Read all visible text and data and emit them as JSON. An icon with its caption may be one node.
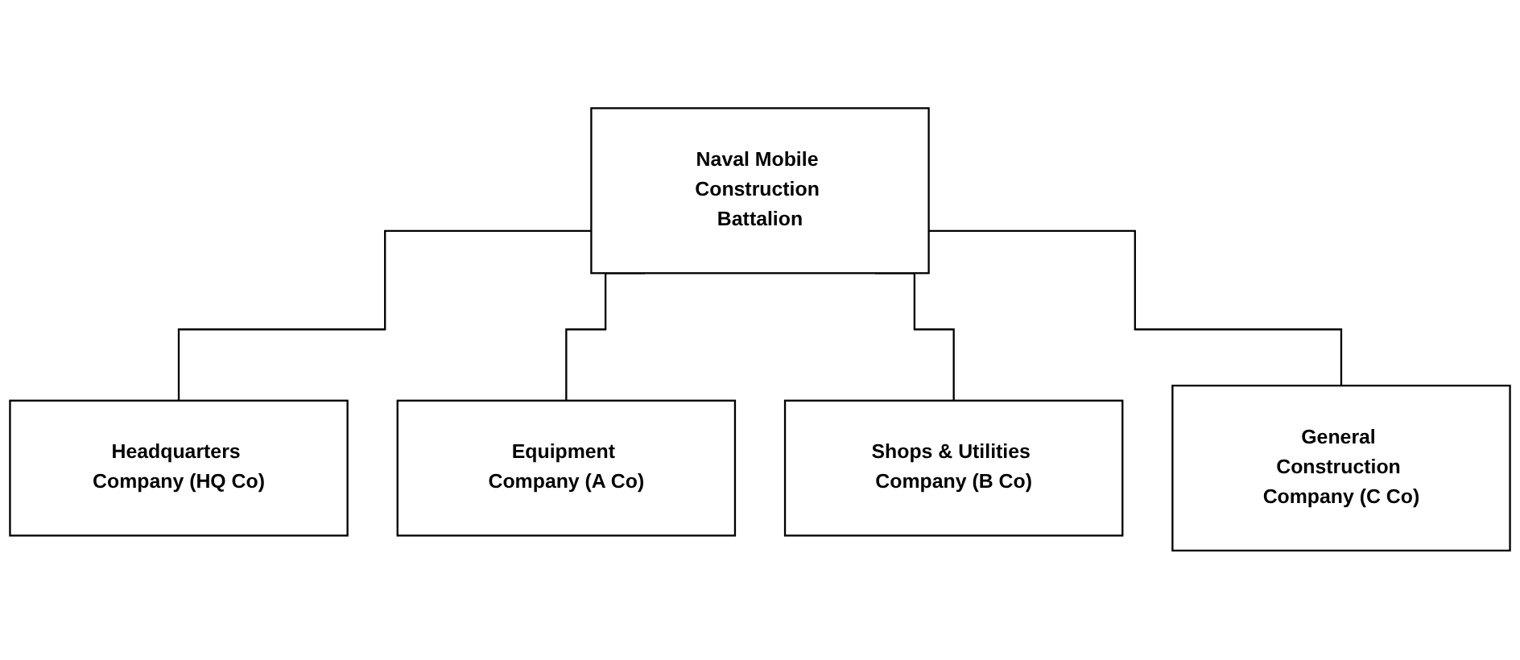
{
  "diagram": {
    "nodes": [
      {
        "text": [
          "Naval Mobile Construction Battalion"
        ]
      },
      {
        "text": [
          "Headquarters Company (HQ Co)"
        ]
      },
      {
        "text": [
          "Equipment Company (A Co)"
        ]
      },
      {
        "text": [
          "Shops & Utilities Company (B Co)"
        ]
      },
      {
        "text": [
          "General Construction Company (C Co)"
        ]
      }
    ],
    "edges": [
      {
        "from": 0,
        "to": 1,
        "arrow": "none"
      },
      {
        "from": 0,
        "to": 2,
        "arrow": "none"
      },
      {
        "from": 0,
        "to": 3,
        "arrow": "none"
      },
      {
        "from": 0,
        "to": 4,
        "arrow": "none"
      }
    ]
  }
}
